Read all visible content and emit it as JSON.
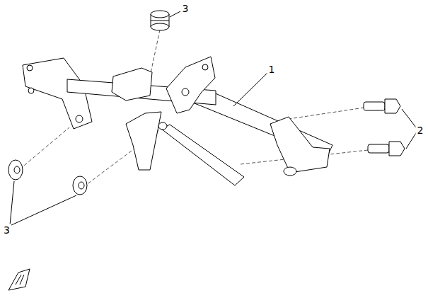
{
  "diagram": {
    "labels": [
      "3",
      "1",
      "2",
      "3"
    ]
  }
}
